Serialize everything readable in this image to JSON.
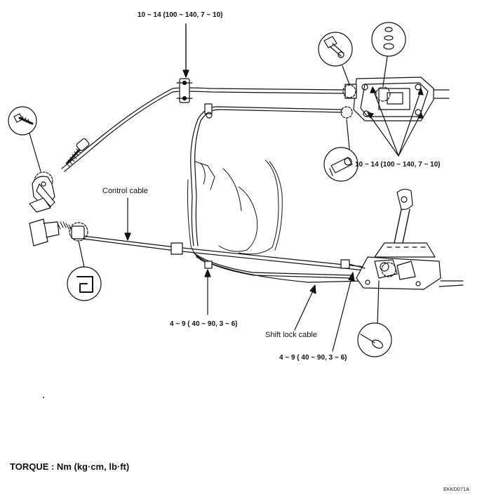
{
  "labels": {
    "torque_top": "10 ~ 14 (100 ~ 140, 7 ~ 10)",
    "torque_right": "10 ~ 14 (100 ~ 140, 7 ~ 10)",
    "control_cable": "Control cable",
    "torque_mid": "4 ~ 9 ( 40 ~ 90, 3 ~ 6)",
    "shift_lock_cable": "Shift lock cable",
    "torque_bottom": "4 ~ 9 ( 40 ~ 90, 3 ~ 6)",
    "torque_units": "TORQUE : Nm (kg·cm, lb·ft)",
    "figure_code": "EKKD071A"
  }
}
